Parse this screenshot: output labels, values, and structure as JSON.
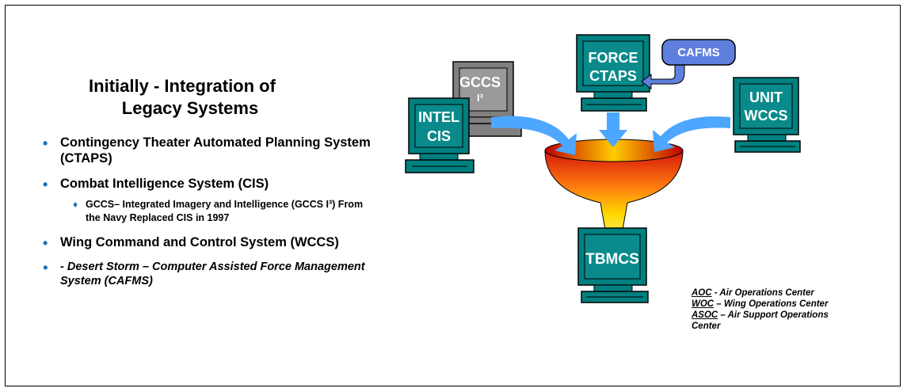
{
  "title": {
    "line1": "Initially - Integration of",
    "line2": "Legacy Systems"
  },
  "bullets": [
    {
      "text": "Contingency Theater Automated Planning System (CTAPS)"
    },
    {
      "text": "Combat Intelligence System (CIS)"
    },
    {
      "sub": "GCCS– Integrated Imagery and Intelligence  (GCCS I³) From the Navy Replaced CIS in 1997"
    },
    {
      "text": "Wing Command and Control System (WCCS)"
    },
    {
      "text": " - Desert Storm – Computer Assisted Force Management System (CAFMS)"
    }
  ],
  "nodes": {
    "gccs": {
      "line1": "GCCS",
      "line2": "I³"
    },
    "intel": {
      "line1": "INTEL",
      "line2": "CIS"
    },
    "force": {
      "line1": "FORCE",
      "line2": "CTAPS"
    },
    "unit": {
      "line1": "UNIT",
      "line2": "WCCS"
    },
    "tbmcs": {
      "line1": "TBMCS"
    },
    "cafms": {
      "label": "CAFMS"
    }
  },
  "legend": [
    {
      "abbr": "AOC",
      "desc": " -  Air Operations Center"
    },
    {
      "abbr": "WOC",
      "desc": " – Wing Operations Center"
    },
    {
      "abbr": "ASOC",
      "desc": " – Air Support Operations Center"
    }
  ],
  "colors": {
    "monitor": "#008080",
    "monitor_gray": "#808080",
    "arrow": "#4da6ff",
    "cafms_box": "#5f7fdf",
    "funnel_top": "#ffd800",
    "funnel_bottom": "#d4150a",
    "bullet": "#1f6fb0"
  }
}
